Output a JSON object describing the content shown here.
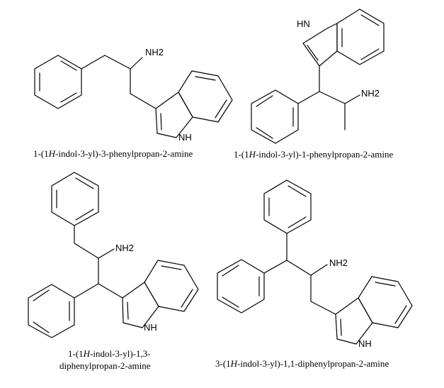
{
  "molecules": [
    {
      "name_parts": [
        "1-(1",
        "H",
        "-indol-3-yl)-3-phenylpropan-2-amine"
      ],
      "atom_labels": {
        "amine": "NH2",
        "indole_nh": "NH"
      }
    },
    {
      "name_parts": [
        "1-(1",
        "H",
        "-indol-3-yl)-1-phenylpropan-2-amine"
      ],
      "atom_labels": {
        "amine": "NH2",
        "indole_nh": "HN"
      }
    },
    {
      "name_line1_parts": [
        "1-(1",
        "H",
        "-indol-3-yl)-1,3-"
      ],
      "name_line2": "diphenylpropan-2-amine",
      "atom_labels": {
        "amine": "NH2",
        "indole_nh": "NH"
      }
    },
    {
      "name_parts": [
        "3-(1",
        "H",
        "-indol-3-yl)-1,1-diphenylpropan-2-amine"
      ],
      "atom_labels": {
        "amine": "NH2",
        "indole_nh": "NH"
      }
    }
  ]
}
